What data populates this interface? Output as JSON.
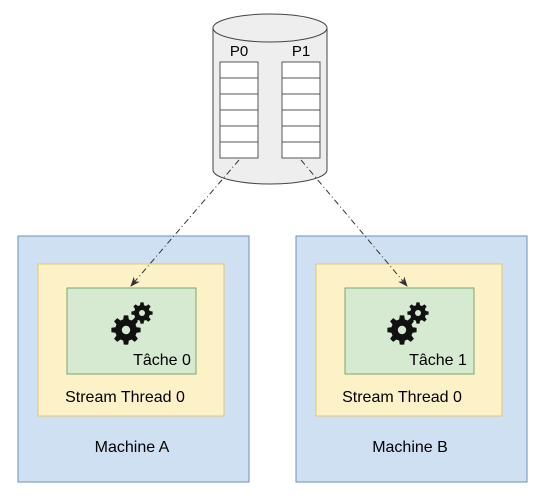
{
  "database": {
    "partitions": [
      {
        "label": "P0"
      },
      {
        "label": "P1"
      }
    ]
  },
  "machines": [
    {
      "label": "Machine A",
      "thread": "Stream Thread 0",
      "task": "Tâche 0"
    },
    {
      "label": "Machine B",
      "thread": "Stream Thread 0",
      "task": "Tâche 1"
    }
  ],
  "colors": {
    "machine_fill": "#cfe0f3",
    "machine_stroke": "#6b8fbf",
    "thread_fill": "#fdf1c7",
    "thread_stroke": "#e2c673",
    "task_fill": "#d6ead1",
    "task_stroke": "#7aa56b",
    "db_fill": "#eeeeee",
    "db_stroke": "#444444",
    "arrow": "#333333"
  }
}
